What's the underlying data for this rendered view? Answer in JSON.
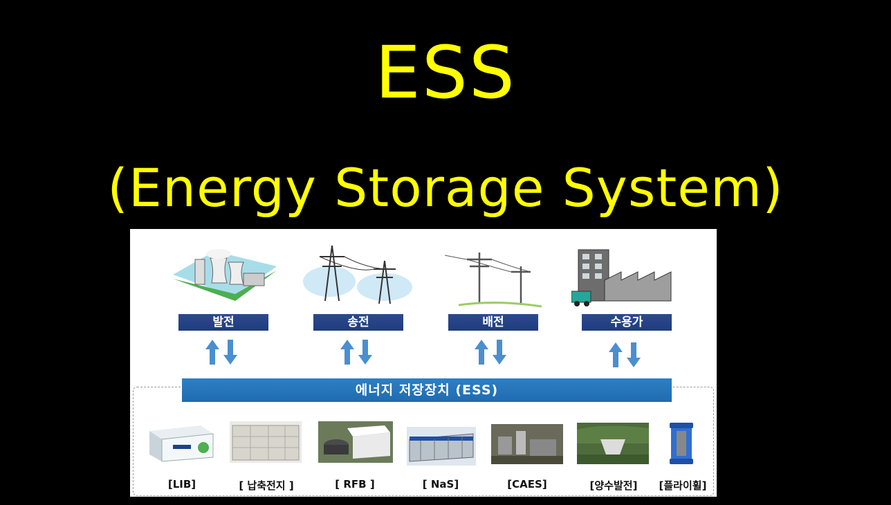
{
  "title": "ESS",
  "subtitle": "(Energy Storage System)",
  "stages": [
    "발전",
    "송전",
    "배전",
    "수용가"
  ],
  "ess_label": "에너지 저장장치 (ESS)",
  "devices": [
    "[LIB]",
    "[ 납축전지 ]",
    "[ RFB ]",
    "[ NaS]",
    "[CAES]",
    "[양수발전]",
    "[플라이휠]"
  ],
  "colors": {
    "title": "#ffff00",
    "stage_bar": "#1f3c7d",
    "ess_bar": "#1f6bb0",
    "arrow": "#4a8fd0"
  }
}
